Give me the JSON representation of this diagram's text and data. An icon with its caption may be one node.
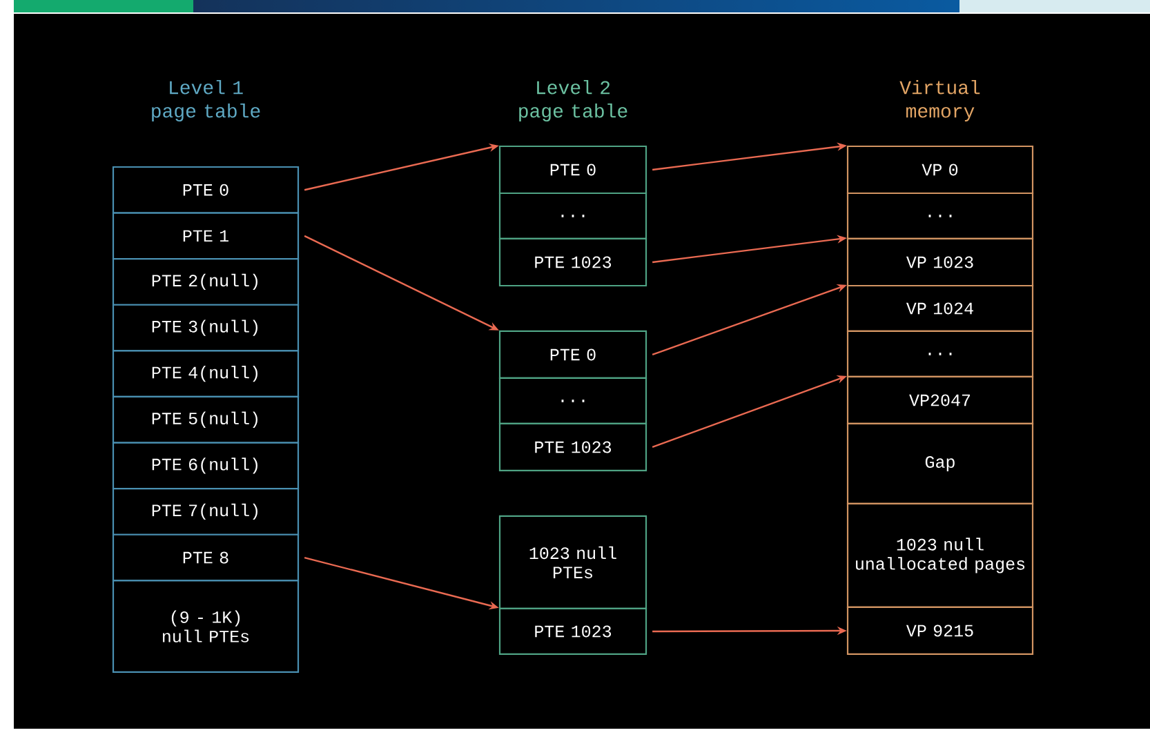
{
  "diagram": {
    "nodes": [
      {
        "text": [
          "PTE 0"
        ]
      },
      {
        "text": [
          "PTE 1"
        ]
      },
      {
        "text": [
          "PTE 2(null)"
        ]
      },
      {
        "text": [
          "PTE 3(null)"
        ]
      },
      {
        "text": [
          "PTE 4(null)"
        ]
      },
      {
        "text": [
          "PTE 5(null)"
        ]
      },
      {
        "text": [
          "PTE 6(null)"
        ]
      },
      {
        "text": [
          "PTE 7(null)"
        ]
      },
      {
        "text": [
          "PTE 8"
        ]
      },
      {
        "text": [
          "(9 - 1K) null PTEs"
        ]
      },
      {
        "text": [
          "PTE 0"
        ]
      },
      {
        "text": [
          "..."
        ]
      },
      {
        "text": [
          "PTE 1023"
        ]
      },
      {
        "text": [
          "PTE 0"
        ]
      },
      {
        "text": [
          "..."
        ]
      },
      {
        "text": [
          "PTE 1023"
        ]
      },
      {
        "text": [
          "1023 null PTEs"
        ]
      },
      {
        "text": [
          "PTE 1023"
        ]
      },
      {
        "text": [
          "VP 0"
        ]
      },
      {
        "text": [
          "..."
        ]
      },
      {
        "text": [
          "VP 1023"
        ]
      },
      {
        "text": [
          "VP 1024"
        ]
      },
      {
        "text": [
          "..."
        ]
      },
      {
        "text": [
          "VP2047"
        ]
      },
      {
        "text": [
          "Gap"
        ]
      },
      {
        "text": [
          "1023 null unallocated pages"
        ]
      },
      {
        "text": [
          "VP 9215"
        ]
      }
    ],
    "edges": [
      {
        "from": 0,
        "to": 10,
        "arrow": "to"
      },
      {
        "from": 1,
        "to": 13,
        "arrow": "to"
      },
      {
        "from": 8,
        "to": 17,
        "arrow": "to"
      },
      {
        "from": 10,
        "to": 18,
        "arrow": "to"
      },
      {
        "from": 12,
        "to": 20,
        "arrow": "to"
      },
      {
        "from": 13,
        "to": 21,
        "arrow": "to"
      },
      {
        "from": 15,
        "to": 23,
        "arrow": "to"
      },
      {
        "from": 17,
        "to": 26,
        "arrow": "to"
      }
    ],
    "labels": [
      "Level 1 page table",
      "Level 2 page table",
      "Virtual memory"
    ]
  }
}
